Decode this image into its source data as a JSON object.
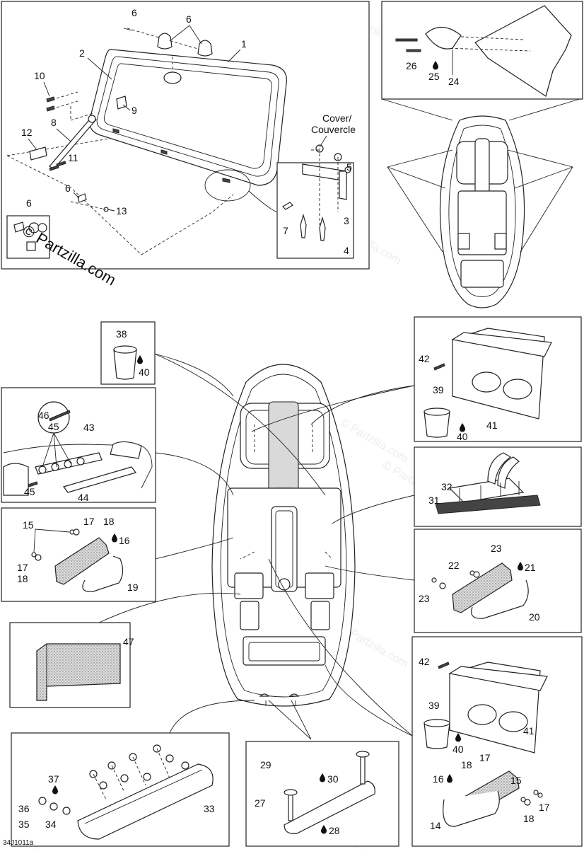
{
  "diagram": {
    "id_code": "34J1011a",
    "watermark": "© Partzilla.com",
    "faint_watermark": "© Partzilla.com",
    "cover_label_line1": "Cover/",
    "cover_label_line2": "Couvercle",
    "callouts": {
      "c1": "1",
      "c2": "2",
      "c3": "3",
      "c4": "4",
      "c5": "5",
      "c6": "6",
      "c7": "7",
      "c8": "8",
      "c9": "9",
      "c10": "10",
      "c11": "11",
      "c12": "12",
      "c13": "13",
      "c14": "14",
      "c15": "15",
      "c16": "16",
      "c17": "17",
      "c18": "18",
      "c19": "19",
      "c20": "20",
      "c21": "21",
      "c22": "22",
      "c23": "23",
      "c24": "24",
      "c25": "25",
      "c26": "26",
      "c27": "27",
      "c28": "28",
      "c29": "29",
      "c30": "30",
      "c31": "31",
      "c32": "32",
      "c33": "33",
      "c34": "34",
      "c35": "35",
      "c36": "36",
      "c37": "37",
      "c38": "38",
      "c39": "39",
      "c40": "40",
      "c41": "41",
      "c42": "42",
      "c43": "43",
      "c44": "44",
      "c45": "45",
      "c46": "46",
      "c47": "47"
    }
  }
}
